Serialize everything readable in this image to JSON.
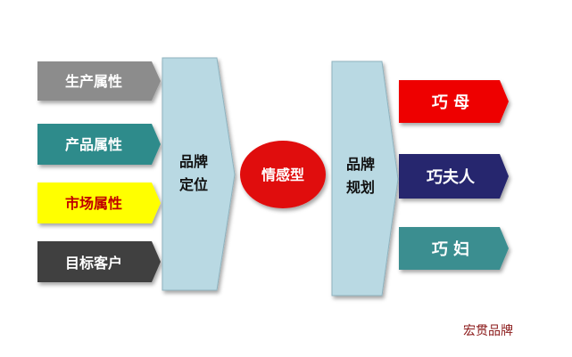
{
  "attributes": [
    {
      "label": "生产属性",
      "fill": "#8c8c8c",
      "text_color": "#ffffff"
    },
    {
      "label": "产品属性",
      "fill": "#2e8b8b",
      "text_color": "#ffffff"
    },
    {
      "label": "市场属性",
      "fill": "#ffff00",
      "text_color": "#c00000"
    },
    {
      "label": "目标客户",
      "fill": "#404040",
      "text_color": "#ffffff"
    }
  ],
  "positioning": {
    "line1": "品牌",
    "line2": "定位",
    "fill": "#b9d9e3"
  },
  "center": {
    "label": "情感型",
    "fill": "#e01010"
  },
  "planning": {
    "line1": "品牌",
    "line2": "规划",
    "fill": "#b9d9e3"
  },
  "outcomes": [
    {
      "label": "巧 母",
      "fill": "#ee0000"
    },
    {
      "label": "巧夫人",
      "fill": "#25256e"
    },
    {
      "label": "巧 妇",
      "fill": "#3a8e90"
    }
  ],
  "brand": "宏贯品牌"
}
